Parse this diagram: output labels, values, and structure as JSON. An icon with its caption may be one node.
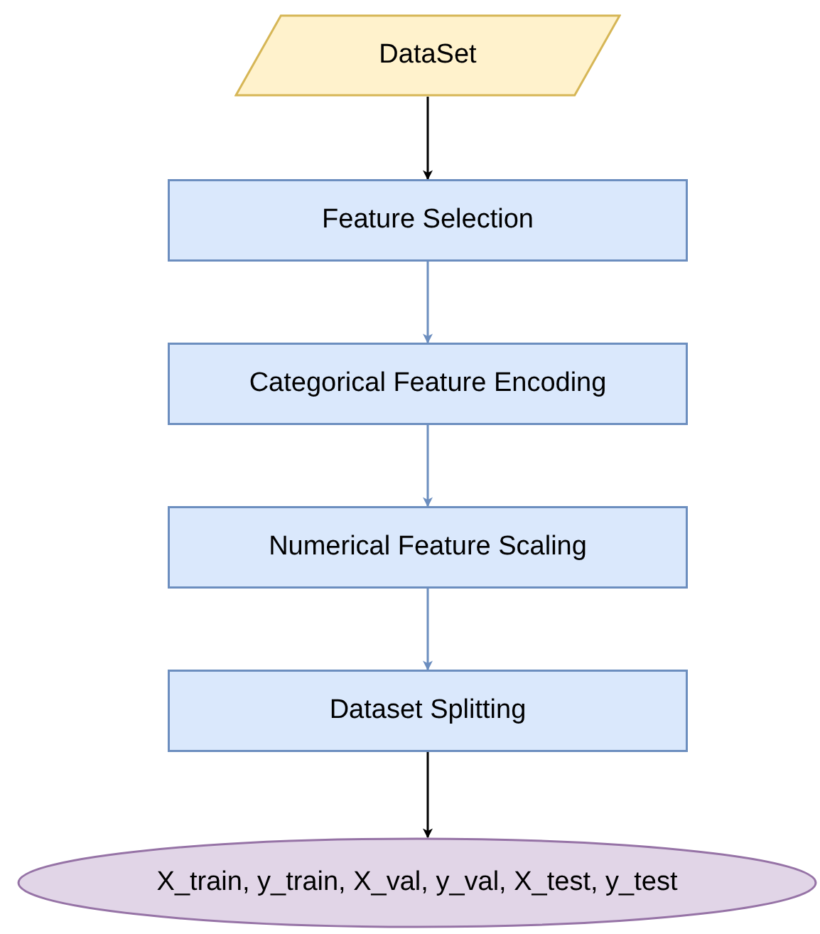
{
  "diagram": {
    "nodes": [
      {
        "text": [
          "DataSet"
        ]
      },
      {
        "text": [
          "Feature Selection"
        ]
      },
      {
        "text": [
          "Categorical Feature Encoding"
        ]
      },
      {
        "text": [
          "Numerical Feature Scaling"
        ]
      },
      {
        "text": [
          "Dataset Splitting"
        ]
      },
      {
        "text": [
          "X_train, y_train, X_val, y_val, X_test, y_test"
        ]
      }
    ],
    "edges": [
      {
        "from": 0,
        "to": 1,
        "arrow": "to",
        "color": "#000000"
      },
      {
        "from": 1,
        "to": 2,
        "arrow": "to"
      },
      {
        "from": 2,
        "to": 3,
        "arrow": "to"
      },
      {
        "from": 3,
        "to": 4,
        "arrow": "to"
      },
      {
        "from": 4,
        "to": 5,
        "arrow": "to",
        "color": "#000000"
      }
    ]
  }
}
